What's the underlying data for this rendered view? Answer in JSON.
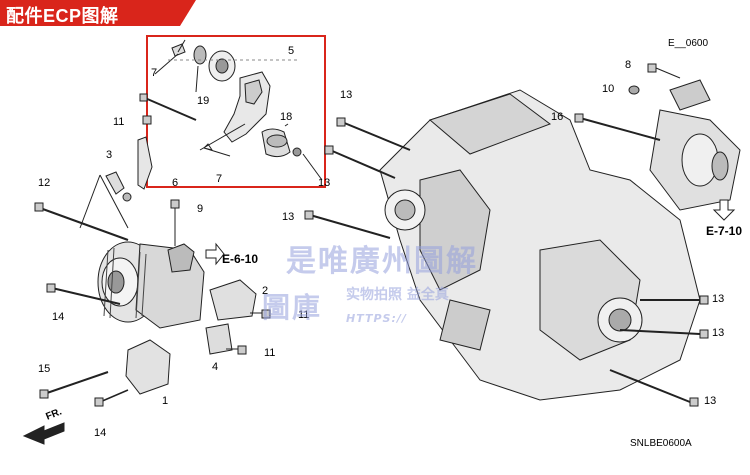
{
  "banner": {
    "title": "配件ECP图解",
    "color": "#d9251b"
  },
  "diagram_code": "E__0600",
  "figure_code": "SNLBE0600A",
  "highlight_color": "#d9251b",
  "references": [
    "E-6-10",
    "E-7-10"
  ],
  "front_marker": "FR.",
  "watermark": {
    "line1": "是唯廣州圖解",
    "line2": "圖庫",
    "line3": "实物拍照 益全真",
    "url": "HTTPS://"
  },
  "part_labels": [
    "5",
    "7",
    "19",
    "11",
    "7",
    "18",
    "13",
    "6",
    "3",
    "9",
    "12",
    "2",
    "10",
    "8",
    "13",
    "16",
    "13",
    "13",
    "13",
    "13",
    "14",
    "11",
    "4",
    "11",
    "15",
    "14",
    "1"
  ]
}
